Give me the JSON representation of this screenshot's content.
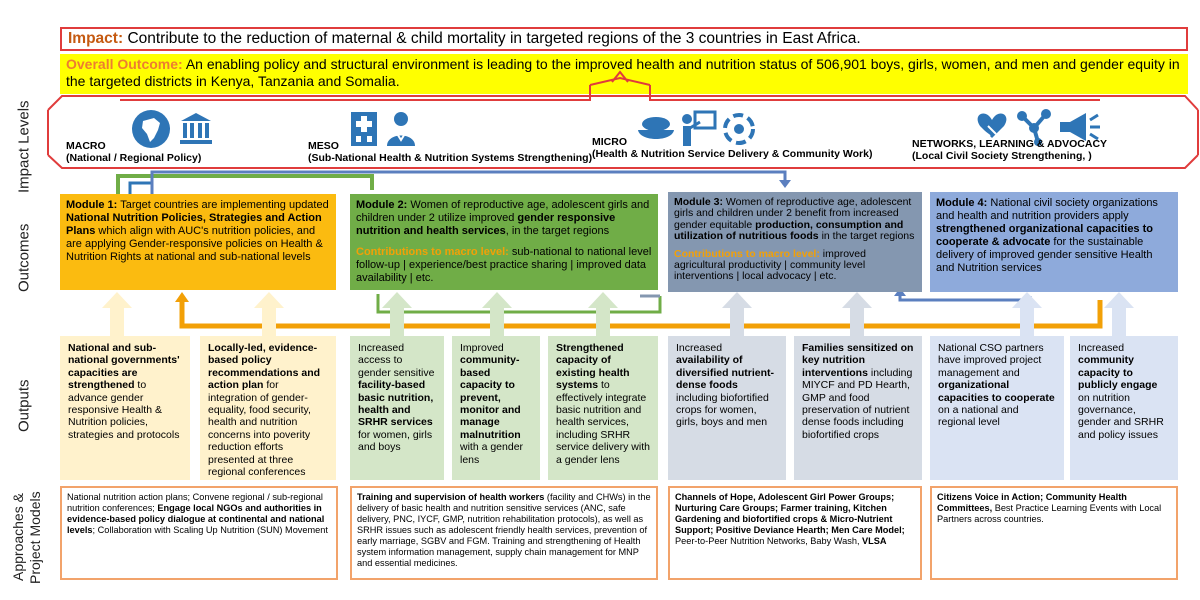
{
  "row_labels": {
    "impact": "Impact Levels",
    "outcomes": "Outcomes",
    "outputs": "Outputs",
    "approaches": "Approaches & Project Models"
  },
  "impact": {
    "label": "Impact:",
    "text": "Contribute to the reduction of maternal & child mortality in targeted regions of the 3 countries in East Africa."
  },
  "overall": {
    "label": "Overall Outcome:",
    "text": "An enabling policy and structural environment is leading to the  improved health and nutrition status of 506,901 boys, girls, women, and men and gender equity  in the targeted districts in Kenya, Tanzania and Somalia."
  },
  "levels": [
    {
      "title": "MACRO",
      "sub": "(National / Regional Policy)"
    },
    {
      "title": "MESO",
      "sub": "(Sub-National Health & Nutrition Systems Strengthening)"
    },
    {
      "title": "MICRO",
      "sub": "(Health & Nutrition Service Delivery & Community Work)"
    },
    {
      "title": "NETWORKS, LEARNING & ADVOCACY",
      "sub": "(Local Civil Society Strengthening, )"
    }
  ],
  "modules": [
    {
      "label": "Module 1:",
      "t1": "Target countries are implementing updated ",
      "b1": "National Nutrition Policies, Strategies and Action Plans",
      "t2": " which align with AUC's nutrition policies, and are applying Gender-responsive policies on Health & Nutrition Rights at national and sub-national levels",
      "color": "#fbbb10"
    },
    {
      "label": "Module 2:",
      "t1": "Women of reproductive age, adolescent girls and children under 2 utilize improved ",
      "b1": "gender responsive nutrition and health services",
      "t2": ", in the target regions",
      "contrib_label": "Contributions to macro level:",
      "contrib": " sub-national to national level follow-up | experience/best practice sharing | improved data availability | etc.",
      "color": "#70ad47"
    },
    {
      "label": "Module 3:",
      "t1": "Women of reproductive age, adolescent girls and children under 2 benefit from increased gender equitable ",
      "b1": "production, consumption and utilization of nutritious foods",
      "t2": " in the target regions",
      "contrib_label": "Contributions to macro level:",
      "contrib": " improved agricultural productivity | community level interventions | local advocacy | etc.",
      "color": "#8497b0"
    },
    {
      "label": "Module 4:",
      "t1": "National civil society organizations and health and nutrition providers apply ",
      "b1": "strengthened organizational capacities to cooperate & advocate",
      "t2": "  for the sustainable delivery of improved gender sensitive Health and Nutrition services",
      "color": "#8eaadb"
    }
  ],
  "outputs": [
    {
      "b1": "National and sub-national governments' capacities are strengthened",
      "t1": " to advance gender responsive Health & Nutrition policies, strategies and protocols"
    },
    {
      "b1": "Locally-led, evidence-based policy recommendations and action plan",
      "t1": " for integration of gender-equality, food security, health and nutrition concerns into poverity reduction efforts presented at three regional conferences"
    },
    {
      "t0": "Increased access to gender sensitive ",
      "b1": "facility-based basic nutrition, health and SRHR services",
      "t1": " for women, girls and boys"
    },
    {
      "t0": "Improved ",
      "b1": "community-based capacity to prevent, monitor and manage malnutrition",
      "t1": " with a gender lens"
    },
    {
      "b1": "Strengthened capacity of existing health systems",
      "t1": " to effectively integrate basic nutrition and health services, including SRHR service delivery with a gender lens"
    },
    {
      "t0": "Increased ",
      "b1": "availability of diversified nutrient-dense foods",
      "t1": " including biofortified crops for women, girls, boys and men"
    },
    {
      "b1": "Families sensitized on key nutrition interventions",
      "t1": " including MIYCF and PD Hearth, GMP and food preservation of nutrient dense foods including biofortified crops"
    },
    {
      "t0": "National CSO partners have improved project management and ",
      "b1": "organizational capacities to cooperate",
      "t1": " on a national and regional level"
    },
    {
      "t0": "Increased ",
      "b1": "community capacity to publicly engage",
      "t1": " on nutrition governance, gender and SRHR and policy issues"
    }
  ],
  "approaches": [
    {
      "t0": "National nutrition action plans; Convene regional / sub-regional nutrition conferences; ",
      "b1": "Engage local NGOs and authorities in evidence-based policy dialogue at continental and national levels",
      "t1": "; Collaboration with Scaling Up Nutrition (SUN) Movement"
    },
    {
      "t0": "",
      "b1": "Training and supervision of health workers",
      "t1": " (facility and CHWs) in the delivery of basic health and nutrition sensitive services (ANC, safe delivery,  PNC, IYCF, GMP, nutrition rehabilitation protocols), as well as SRHR issues such as adolescent friendly health services, prevention of  early marriage, SGBV and FGM. Training and strengthening of  Health system information management, supply chain management for MNP and essential medicines."
    },
    {
      "t0": "",
      "b1": "Channels of Hope, Adolescent Girl Power Groups; Nurturing Care Groups; Farmer training, Kitchen Gardening and biofortified crops & Micro-Nutrient Support; Positive Deviance Hearth; Men Care Model;",
      "t1": " Peer-to-Peer Nutrition Networks, Baby Wash, ",
      "b2": "VLSA"
    },
    {
      "t0": "",
      "b1": "Citizens Voice in Action; Community Health Committees,",
      "t1": " Best Practice Learning Events with Local Partners across countries."
    }
  ],
  "colors": {
    "impact_label": "#c55a11",
    "overall_label": "#ed7d31",
    "overall_bg": "#ffff00",
    "red": "#e03c3c",
    "icon_blue": "#2e75b6",
    "yellow": "#fbbb10",
    "green": "#70ad47",
    "slate": "#8497b0",
    "blue": "#8eaadb",
    "yellow_light": "#fff2cc",
    "green_light": "#d4e6c8",
    "slate_light": "#d6dce5",
    "blue_light": "#dae3f3"
  },
  "icons": [
    "africa-map-icon",
    "government-building-icon",
    "hospital-icon",
    "doctor-icon",
    "food-bowl-icon",
    "presenter-icon",
    "cycle-icon",
    "handshake-heart-icon",
    "network-icon",
    "megaphone-icon"
  ]
}
